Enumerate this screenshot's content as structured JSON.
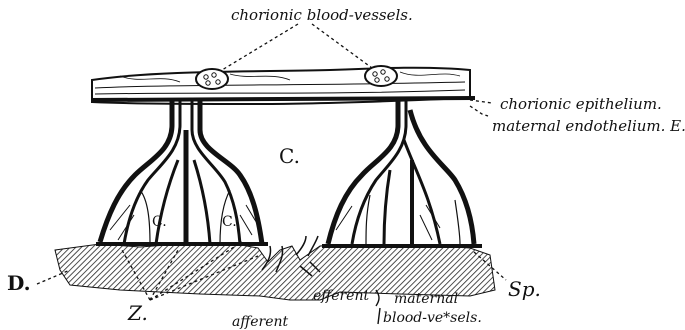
{
  "labels": {
    "chorionic_vessels": "chorionic blood-vessels.",
    "chorionic_epithelium": "chorionic epithelium.",
    "maternal_endothelium": "maternal endothelium. E.",
    "space_c_main": "C.",
    "space_c_left": "C.",
    "space_c_mid": "C.",
    "letter_d": "D.",
    "letter_z": "Z.",
    "letter_sp": "Sp.",
    "efferent": "efferent",
    "afferent": "afferent",
    "maternal": "maternal",
    "blood_vessels": "blood-ve*sels."
  },
  "colors": {
    "ink": "#111111",
    "paper": "#ffffff"
  }
}
